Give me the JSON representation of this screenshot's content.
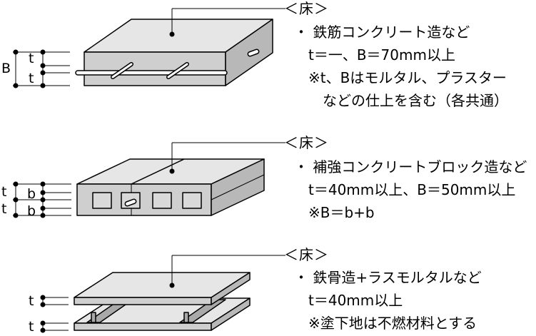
{
  "sections": [
    {
      "title": "＜床＞",
      "lines": [
        "・ 鉄筋コンクリート造など",
        "t＝一、B＝70mm以上",
        "※t、Bはモルタル、プラスター",
        "などの仕上を含む（各共通）"
      ],
      "dims": [
        "B",
        "t",
        "t"
      ]
    },
    {
      "title": "＜床＞",
      "lines": [
        "・ 補強コンクリートブロック造など",
        "t＝40mm以上、B＝50mm以上",
        "※B＝b+b"
      ],
      "dims": [
        "t",
        "b",
        "t",
        "b"
      ]
    },
    {
      "title": "＜床＞",
      "lines": [
        "・ 鉄骨造+ラスモルタルなど",
        "t＝40mm以上",
        "※塗下地は不燃材料とする"
      ],
      "dims": [
        "t",
        "t"
      ]
    }
  ],
  "colors": {
    "slab_top": "#e6e6e6",
    "slab_front": "#cfcfcf",
    "slab_side": "#b8b8b8",
    "steel": "#a9a9a9",
    "void": "#d9d9d9",
    "line": "#000000"
  }
}
